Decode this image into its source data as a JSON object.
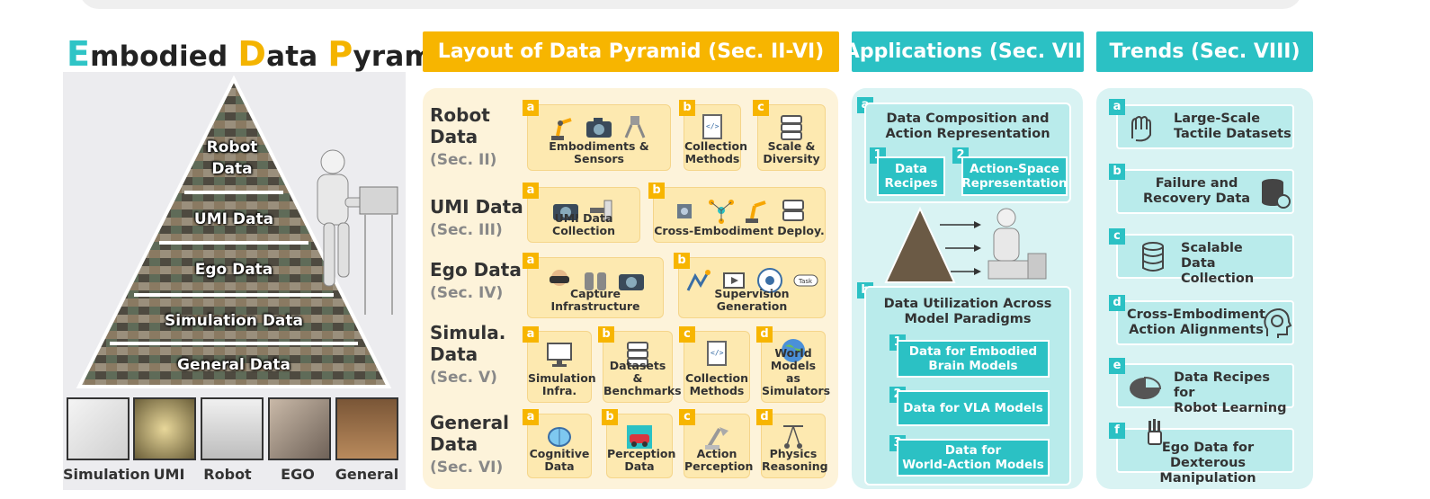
{
  "pyramid": {
    "title_parts": [
      {
        "cap": "E",
        "rest": "mbodied "
      },
      {
        "cap": "D",
        "rest": "ata "
      },
      {
        "cap": "P",
        "rest": "yramid"
      }
    ],
    "layers": [
      "Robot\nData",
      "UMI Data",
      "Ego Data",
      "Simulation Data",
      "General Data"
    ],
    "thumb_labels": [
      "Simulation",
      "UMI",
      "Robot",
      "EGO",
      "General"
    ]
  },
  "headers": {
    "layout": "Layout of Data Pyramid (Sec. II-VI)",
    "applications": "Applications (Sec. VII)",
    "trends": "Trends (Sec. VIII)"
  },
  "layout_rows": [
    {
      "name": "Robot\nData",
      "sec": "(Sec. II)",
      "cards": [
        {
          "tag": "a",
          "label": "Embodiments & Sensors",
          "icons": [
            "robot-arm-icon",
            "camera-icon",
            "gripper-icon"
          ]
        },
        {
          "tag": "b",
          "label": "Collection\nMethods",
          "icons": [
            "code-document-icon"
          ]
        },
        {
          "tag": "c",
          "label": "Scale &\nDiversity",
          "icons": [
            "database-icon"
          ]
        }
      ]
    },
    {
      "name": "UMI Data",
      "sec": "(Sec. III)",
      "cards": [
        {
          "tag": "a",
          "label": "UMI Data Collection",
          "icons": [
            "camera-icon",
            "handheld-gripper-icon"
          ]
        },
        {
          "tag": "b",
          "label": "Cross-Embodiment Deploy.",
          "icons": [
            "umi-device-icon",
            "network-icon",
            "robot-arm-icon",
            "database-icon"
          ]
        }
      ]
    },
    {
      "name": "Ego Data",
      "sec": "(Sec. IV)",
      "cards": [
        {
          "tag": "a",
          "label": "Capture Infrastructure",
          "icons": [
            "vr-headset-icon",
            "gloves-icon",
            "camera-icon"
          ]
        },
        {
          "tag": "b",
          "label": "Supervision Generation",
          "icons": [
            "hand-pose-icon",
            "video-icon",
            "hub-icon",
            "task-tag-icon"
          ]
        }
      ]
    },
    {
      "name": "Simula.\nData",
      "sec": "(Sec. V)",
      "cards": [
        {
          "tag": "a",
          "label": "Simulation\nInfra.",
          "icons": [
            "monitor-icon"
          ]
        },
        {
          "tag": "b",
          "label": "Datasets &\nBenchmarks",
          "icons": [
            "database-icon"
          ]
        },
        {
          "tag": "c",
          "label": "Collection\nMethods",
          "icons": [
            "code-document-icon"
          ]
        },
        {
          "tag": "d",
          "label": "World\nModels as\nSimulators",
          "icons": [
            "globe-icon"
          ]
        }
      ]
    },
    {
      "name": "General\nData",
      "sec": "(Sec. VI)",
      "cards": [
        {
          "tag": "a",
          "label": "Cognitive\nData",
          "icons": [
            "brain-icon"
          ]
        },
        {
          "tag": "b",
          "label": "Perception\nData",
          "icons": [
            "car-icon"
          ]
        },
        {
          "tag": "c",
          "label": "Action\nPerception",
          "icons": [
            "excavator-icon"
          ]
        },
        {
          "tag": "d",
          "label": "Physics\nReasoning",
          "icons": [
            "pendulum-icon"
          ]
        }
      ]
    }
  ],
  "applications": {
    "a": {
      "tag": "a",
      "title": "Data Composition and\nAction Representation",
      "items": [
        {
          "num": "1",
          "label": "Data\nRecipes"
        },
        {
          "num": "2",
          "label": "Action-Space\nRepresentation"
        }
      ]
    },
    "b": {
      "tag": "b",
      "title": "Data Utilization Across\nModel Paradigms",
      "items": [
        {
          "num": "1",
          "label": "Data for Embodied\nBrain Models"
        },
        {
          "num": "2",
          "label": "Data for VLA Models"
        },
        {
          "num": "3",
          "label": "Data for\nWorld-Action Models"
        }
      ]
    }
  },
  "trends": [
    {
      "tag": "a",
      "label": "Large-Scale\nTactile Datasets",
      "icon": "tactile-hand-icon"
    },
    {
      "tag": "b",
      "label": "Failure and\nRecovery Data",
      "icon": "database-refresh-icon"
    },
    {
      "tag": "c",
      "label": "Scalable\nData Collection",
      "icon": "database-icon"
    },
    {
      "tag": "d",
      "label": "Cross-Embodiment\nAction Alignments",
      "icon": "brain-gear-icon"
    },
    {
      "tag": "e",
      "label": "Data Recipes for\nRobot Learning",
      "icon": "pie-chart-icon"
    },
    {
      "tag": "f",
      "label": "Ego Data for\nDexterous Manipulation",
      "icon": "robot-hand-icon"
    }
  ],
  "colors": {
    "yellow": "#f7b500",
    "teal": "#2bc1c4",
    "light_yellow": "#fdf3da",
    "light_teal": "#d9f3f3"
  }
}
